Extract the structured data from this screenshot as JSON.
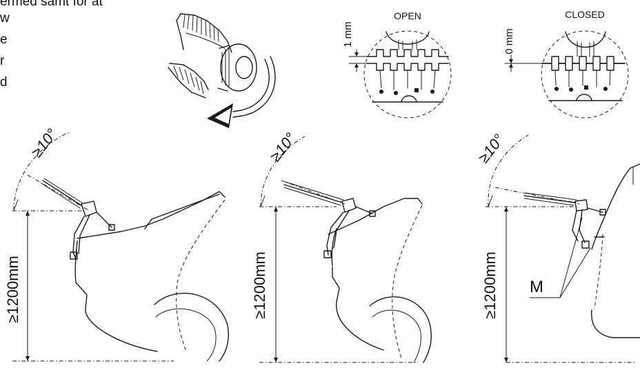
{
  "text_fragment": {
    "lines": [
      "ermed samt for at",
      "w",
      "e",
      "r",
      "d"
    ]
  },
  "gap_detail_open": {
    "title": "OPEN",
    "dimension": "1 mm"
  },
  "gap_detail_closed": {
    "title": "CLOSED",
    "dimension": "0 mm"
  },
  "mounting_views": [
    {
      "angle": "≥10°",
      "height": "≥1200mm"
    },
    {
      "angle": "≥10°",
      "height": "≥1200mm"
    },
    {
      "angle": "≥10°",
      "height": "≥1200mm",
      "callout": "M"
    }
  ]
}
